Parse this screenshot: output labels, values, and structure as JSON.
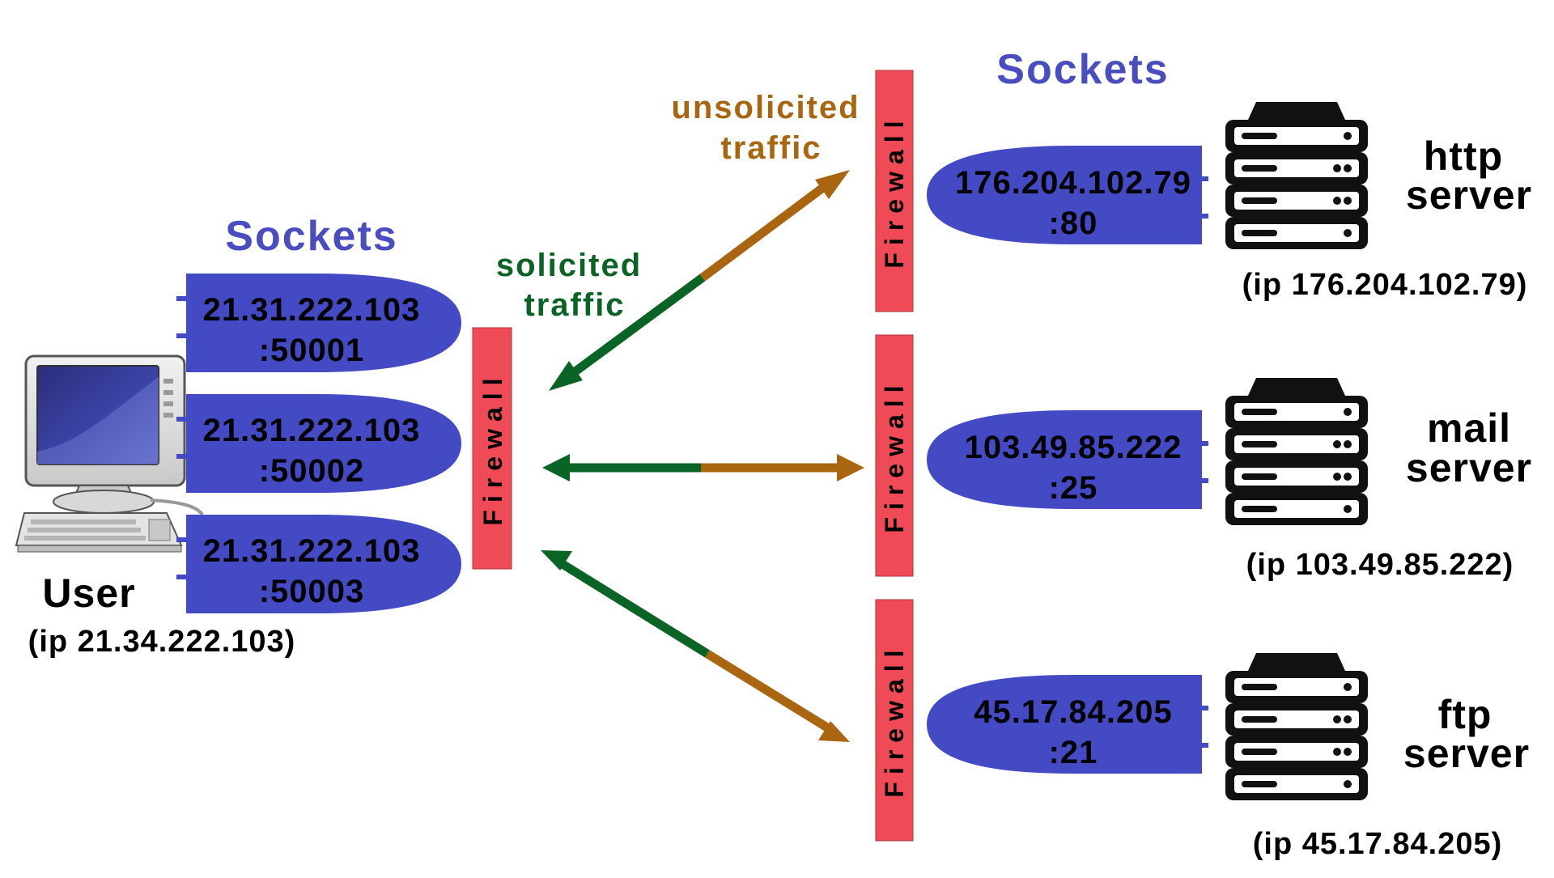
{
  "colors": {
    "socket_fill": "#4449c4",
    "socket_title": "#4a4dbf",
    "firewall_fill": "#ef4b57",
    "solicited": "#0a6426",
    "unsolicited": "#a9650f",
    "server_black": "#111111"
  },
  "user": {
    "sockets_title": "Sockets",
    "name": "User",
    "ip": "(ip 21.34.222.103)",
    "sockets": [
      {
        "addr": "21.31.222.103",
        "port": ":50001"
      },
      {
        "addr": "21.31.222.103",
        "port": ":50002"
      },
      {
        "addr": "21.31.222.103",
        "port": ":50003"
      }
    ]
  },
  "firewall_label": "Firewall",
  "traffic": {
    "solicited": [
      "solicited",
      "traffic"
    ],
    "unsolicited": [
      "unsolicited",
      "traffic"
    ]
  },
  "servers_title": "Sockets",
  "servers": [
    {
      "name": [
        "http",
        "server"
      ],
      "ip": "(ip 176.204.102.79)",
      "socket_addr": "176.204.102.79",
      "socket_port": ":80"
    },
    {
      "name": [
        "mail",
        "server"
      ],
      "ip": "(ip 103.49.85.222)",
      "socket_addr": "103.49.85.222",
      "socket_port": ":25"
    },
    {
      "name": [
        "ftp",
        "server"
      ],
      "ip": "(ip 45.17.84.205)",
      "socket_addr": "45.17.84.205",
      "socket_port": ":21"
    }
  ],
  "icons": [
    "computer-icon",
    "server-icon",
    "firewall-block"
  ]
}
